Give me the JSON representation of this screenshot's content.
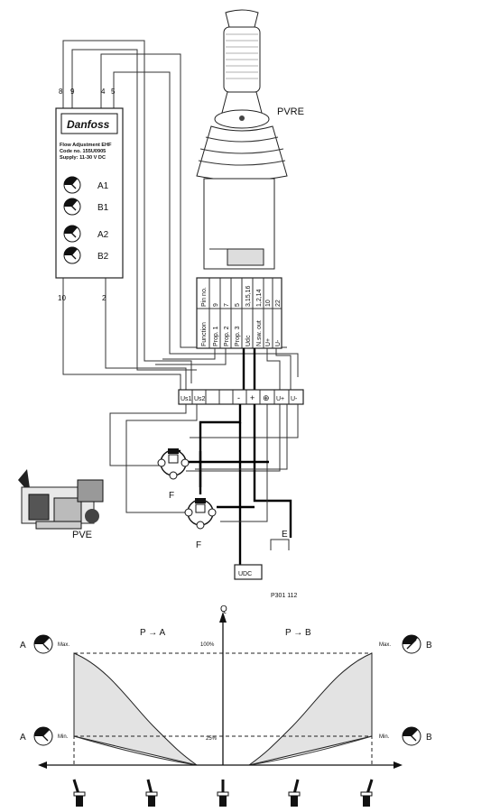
{
  "module": {
    "brand": "Danfoss",
    "line1": "Flow Adjustment EHF",
    "line2": "Code no. 155U0905",
    "line3": "Supply: 11-30 V DC",
    "knobs": [
      "A1",
      "B1",
      "A2",
      "B2"
    ],
    "pins_top": [
      "8",
      "9",
      "4",
      "5"
    ],
    "pins_bottom": [
      "10",
      "2"
    ]
  },
  "pvre_label": "PVRE",
  "pin_table": {
    "header": {
      "function": "Function",
      "pin": "Pin no."
    },
    "rows": [
      {
        "function": "Prop. 1",
        "pin": "9"
      },
      {
        "function": "Prop. 2",
        "pin": "7"
      },
      {
        "function": "Prop. 3",
        "pin": "5"
      },
      {
        "function": "Udc",
        "pin": "3,15,16"
      },
      {
        "function": "N.sw. out",
        "pin": "1,2,14"
      },
      {
        "function": "U+",
        "pin": "10"
      },
      {
        "function": "U-",
        "pin": "22"
      }
    ]
  },
  "terminal_strip": [
    "Us1",
    "Us2",
    "",
    "",
    "-",
    "+",
    "⊕",
    "U+",
    "U-"
  ],
  "pve_label": "PVE",
  "f_labels": [
    "F",
    "F"
  ],
  "e_label": "E",
  "udc_label": "UDC",
  "drawing_code": "P301 112",
  "graph": {
    "ylabel": "Q",
    "p_to_a": "P → A",
    "p_to_b": "P → B",
    "tick_100": "100%",
    "tick_25": "25%",
    "left_top_label": "A",
    "left_top_knob": "Max.",
    "left_bot_label": "A",
    "left_bot_knob": "Min.",
    "right_top_label": "B",
    "right_top_knob": "Max.",
    "right_bot_label": "B",
    "right_bot_knob": "Min.",
    "fill_color": "#e3e3e3"
  }
}
